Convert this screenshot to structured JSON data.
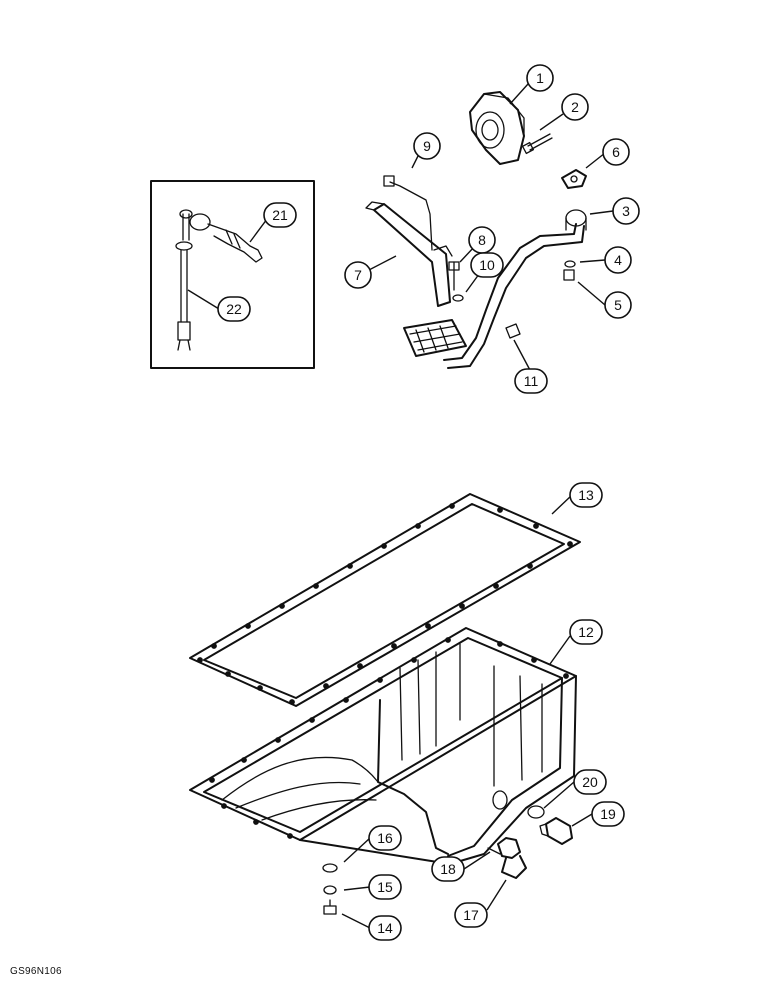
{
  "figure_code": "GS96N106",
  "callouts": [
    {
      "id": "c1",
      "label": "1"
    },
    {
      "id": "c2",
      "label": "2"
    },
    {
      "id": "c3",
      "label": "3"
    },
    {
      "id": "c4",
      "label": "4"
    },
    {
      "id": "c5",
      "label": "5"
    },
    {
      "id": "c6",
      "label": "6"
    },
    {
      "id": "c7",
      "label": "7"
    },
    {
      "id": "c8",
      "label": "8"
    },
    {
      "id": "c9",
      "label": "9"
    },
    {
      "id": "c10",
      "label": "10"
    },
    {
      "id": "c11",
      "label": "11"
    },
    {
      "id": "c12",
      "label": "12"
    },
    {
      "id": "c13",
      "label": "13"
    },
    {
      "id": "c14",
      "label": "14"
    },
    {
      "id": "c15",
      "label": "15"
    },
    {
      "id": "c16",
      "label": "16"
    },
    {
      "id": "c17",
      "label": "17"
    },
    {
      "id": "c18",
      "label": "18"
    },
    {
      "id": "c19",
      "label": "19"
    },
    {
      "id": "c20",
      "label": "20"
    },
    {
      "id": "c21",
      "label": "21"
    },
    {
      "id": "c22",
      "label": "22"
    }
  ]
}
